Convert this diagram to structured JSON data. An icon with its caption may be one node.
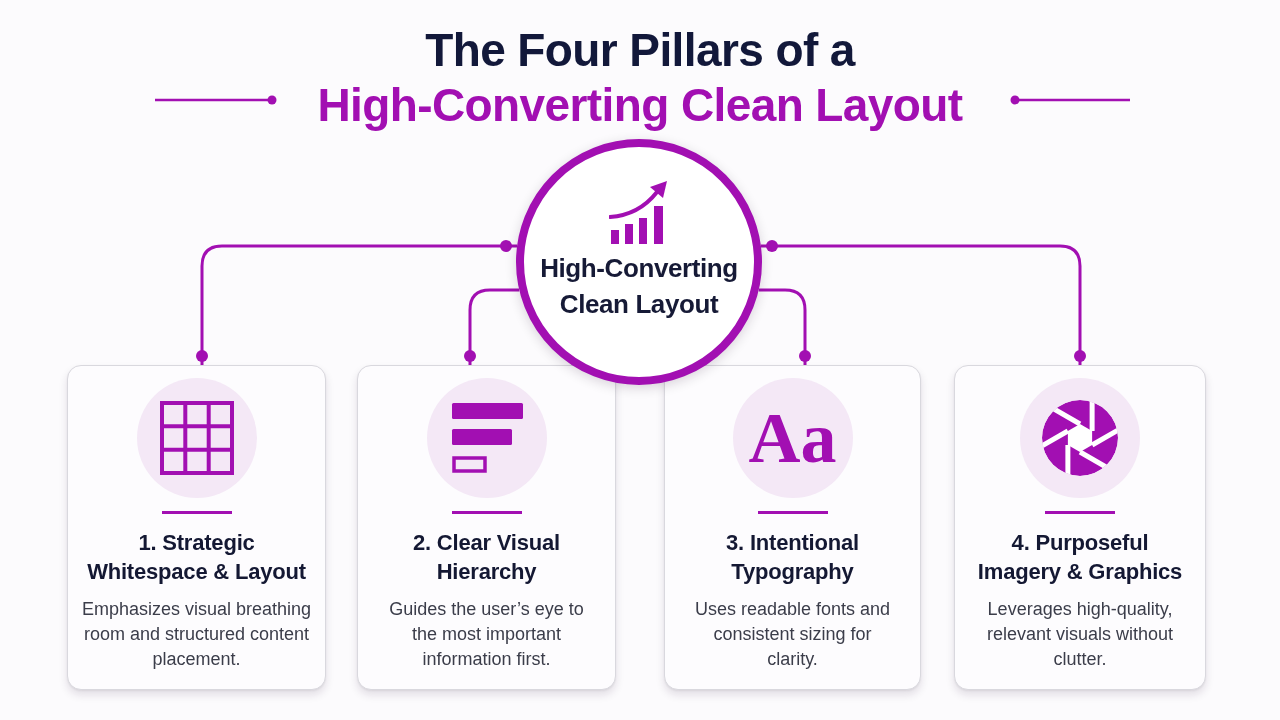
{
  "diagram": {
    "title": "The Four Pillars of a",
    "nodes": [
      {
        "text": [
          "High-Converting Clean Layout"
        ]
      },
      {
        "text": [
          "1. Strategic Whitespace & Layout",
          "Emphasizes visual breathing room and structured content placement."
        ]
      },
      {
        "text": [
          "2. Clear Visual Hierarchy",
          "Guides the user’s eye to the most important information first."
        ]
      },
      {
        "text": [
          "3. Intentional Typography",
          "Uses readable fonts and consistent sizing for clarity."
        ]
      },
      {
        "text": [
          "4. Purposeful Imagery & Graphics",
          "Leverages high-quality, relevant visuals without clutter."
        ]
      }
    ],
    "edges": [
      {
        "from": 0,
        "to": 1,
        "arrow": "other"
      },
      {
        "from": 0,
        "to": 2,
        "arrow": "other"
      },
      {
        "from": 0,
        "to": 3,
        "arrow": "other"
      },
      {
        "from": 0,
        "to": 4,
        "arrow": "other"
      }
    ],
    "labels": [
      "High-Converting Clean Layout",
      "Aa"
    ]
  }
}
